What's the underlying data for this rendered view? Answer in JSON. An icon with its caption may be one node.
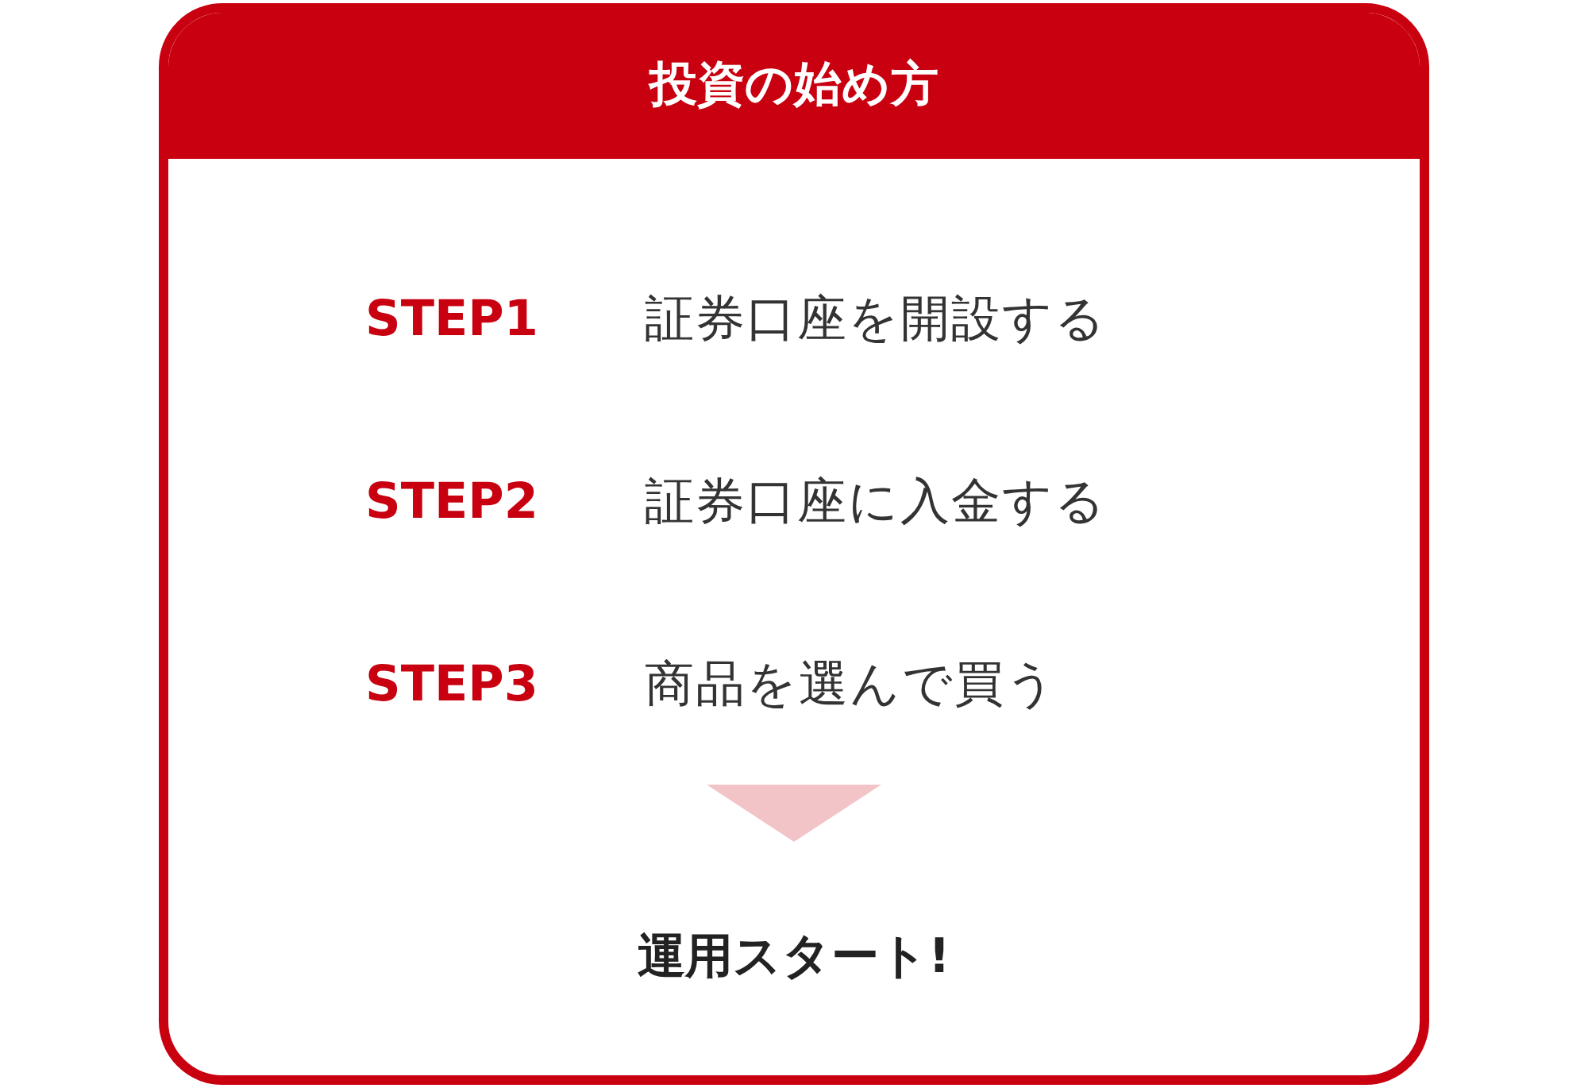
{
  "diagram": {
    "nodes": [
      {
        "text": [
          "投資の始め方"
        ]
      },
      {
        "text": [
          "STEP1",
          "証券口座を開設する"
        ],
        "in": 0
      },
      {
        "text": [
          "STEP2",
          "証券口座に入金する"
        ],
        "in": 0
      },
      {
        "text": [
          "STEP3",
          "商品を選んで買う"
        ],
        "in": 0
      },
      {
        "text": [
          "運用スタート!"
        ],
        "in": 0
      }
    ],
    "edges": [
      {
        "from": 3,
        "to": 4,
        "arrow": "to",
        "color": "#f2c4c8"
      }
    ]
  }
}
